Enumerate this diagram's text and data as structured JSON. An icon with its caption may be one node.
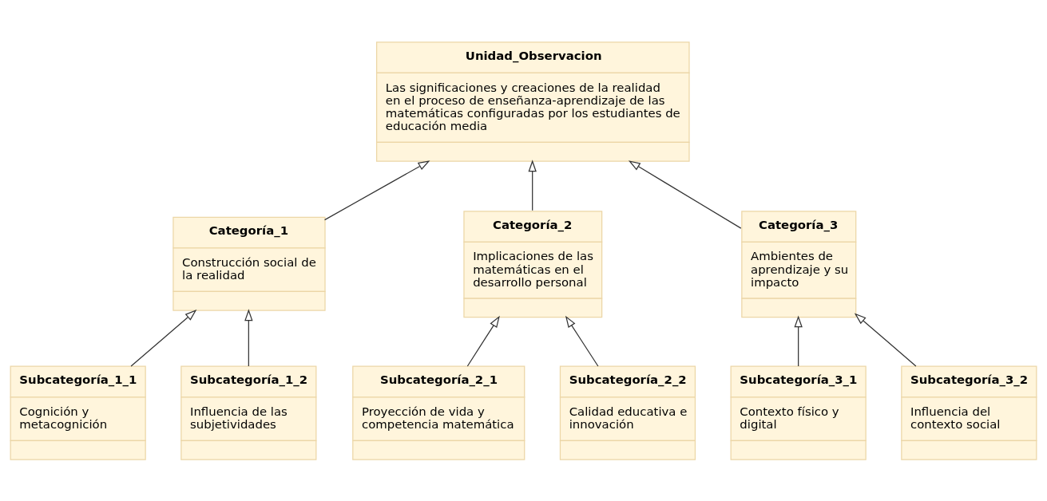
{
  "diagram": {
    "nodes": [
      {
        "text": [
          "Unidad_Observacion",
          "Las significaciones y creaciones de la realidad en el proceso de enseñanza-aprendizaje de las matemáticas configuradas por los estudiantes de educación media"
        ]
      },
      {
        "text": [
          "Categoría_1",
          "Construcción social de la realidad"
        ]
      },
      {
        "text": [
          "Categoría_2",
          "Implicaciones de las matemáticas en el desarrollo personal"
        ]
      },
      {
        "text": [
          "Categoría_3",
          "Ambientes de aprendizaje y su impacto"
        ]
      },
      {
        "text": [
          "Subcategoría_1_1",
          "Cognición y metacognición"
        ]
      },
      {
        "text": [
          "Subcategoría_1_2",
          "Influencia de las subjetividades"
        ]
      },
      {
        "text": [
          "Subcategoría_2_1",
          "Proyección de vida y competencia matemática"
        ]
      },
      {
        "text": [
          "Subcategoría_2_2",
          "Calidad educativa e innovación"
        ]
      },
      {
        "text": [
          "Subcategoría_3_1",
          "Contexto físico y digital"
        ]
      },
      {
        "text": [
          "Subcategoría_3_2",
          "Influencia del contexto social"
        ]
      }
    ],
    "edges": [
      {
        "from": 1,
        "to": 0,
        "arrow": "to"
      },
      {
        "from": 2,
        "to": 0,
        "arrow": "to"
      },
      {
        "from": 3,
        "to": 0,
        "arrow": "to"
      },
      {
        "from": 4,
        "to": 1,
        "arrow": "to"
      },
      {
        "from": 5,
        "to": 1,
        "arrow": "to"
      },
      {
        "from": 6,
        "to": 2,
        "arrow": "to"
      },
      {
        "from": 7,
        "to": 2,
        "arrow": "to"
      },
      {
        "from": 8,
        "to": 3,
        "arrow": "to"
      },
      {
        "from": 9,
        "to": 3,
        "arrow": "to"
      }
    ]
  }
}
